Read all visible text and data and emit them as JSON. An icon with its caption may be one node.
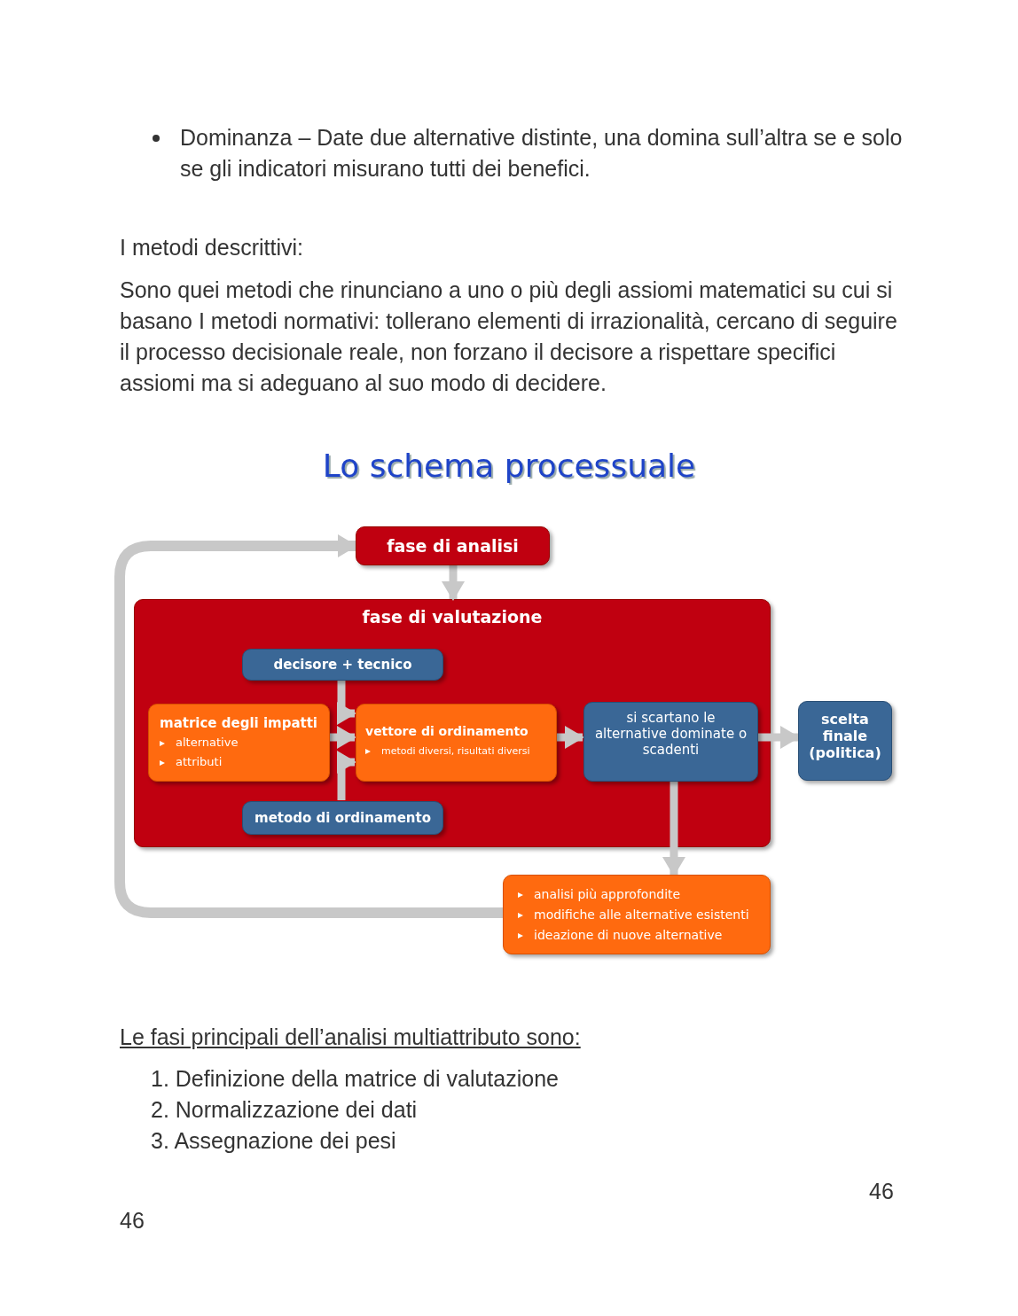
{
  "diagram": {
    "title": "Lo schema processuale",
    "nodes": [
      {
        "text": [
          "fase di analisi"
        ]
      },
      {
        "text": [
          "fase di valutazione"
        ]
      },
      {
        "text": [
          "decisore + tecnico"
        ],
        "in": 1
      },
      {
        "text": [
          "matrice degli impatti",
          "alternative",
          "attributi"
        ],
        "in": 1
      },
      {
        "text": [
          "vettore di ordinamento",
          "metodi diversi, risultati diversi"
        ],
        "in": 1
      },
      {
        "text": [
          "si scartano le alternative dominate o scadenti"
        ],
        "in": 1
      },
      {
        "text": [
          "metodo di ordinamento"
        ],
        "in": 1
      },
      {
        "text": [
          "scelta finale (politica)"
        ]
      },
      {
        "text": [
          "analisi più approfondite",
          "modifiche alle alternative esistenti",
          "ideazione di nuove alternative"
        ]
      }
    ],
    "edges": [
      {
        "from": 0,
        "to": 1,
        "arrow": "to"
      },
      {
        "from": 2,
        "to": 4,
        "arrow": "to"
      },
      {
        "from": 6,
        "to": 4,
        "arrow": "to"
      },
      {
        "from": 3,
        "to": 4,
        "arrow": "to"
      },
      {
        "from": 4,
        "to": 5,
        "arrow": "to"
      },
      {
        "from": 5,
        "to": 7,
        "arrow": "to"
      },
      {
        "from": 5,
        "to": 8,
        "arrow": "to"
      },
      {
        "from": 8,
        "to": 0,
        "arrow": "to"
      }
    ],
    "labels": [
      "Dominanza – Date due alternative distinte, una domina sull’altra se e solo se gli indicatori misurano tutti dei benefici.",
      "I metodi descrittivi:",
      "Sono quei metodi che rinunciano a uno o più degli assiomi matematici su cui si basano I metodi normativi: tollerano elementi di irrazionalità, cercano di seguire il processo decisionale reale, non forzano il decisore a rispettare specifici assiomi ma si adeguano al suo modo di decidere.",
      "Le fasi principali dell’analisi multiattributo sono:",
      "1. Definizione della matrice di valutazione",
      "2. Normalizzazione dei dati",
      "3. Assegnazione dei pesi",
      "46",
      "46"
    ]
  }
}
